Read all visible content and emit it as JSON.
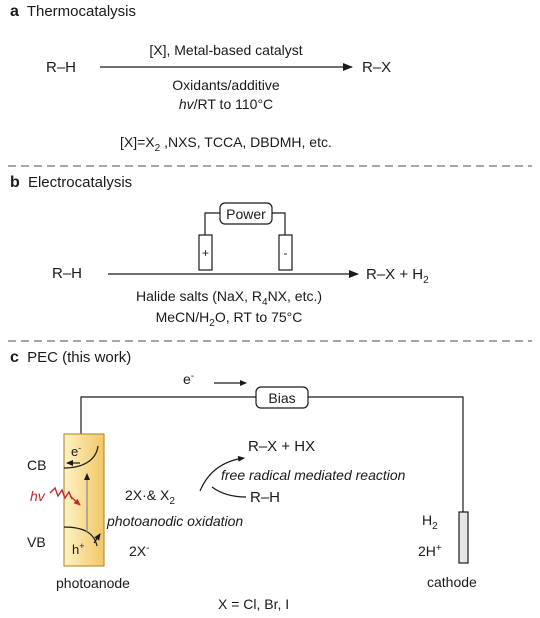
{
  "panel_a": {
    "letter": "a",
    "title": "Thermocatalysis",
    "reactant": "R–H",
    "product": "R–X",
    "above_arrow": "[X], Metal-based catalyst",
    "below_arrow_1": "Oxidants/additive",
    "below_arrow_2_italic": "hv",
    "below_arrow_2_rest": "/RT to 110°C",
    "reagents_prefix": "[X]=X",
    "reagents_sub": "2",
    "reagents_suffix": " ,NXS, TCCA, DBDMH, etc."
  },
  "panel_b": {
    "letter": "b",
    "title": "Electrocatalysis",
    "power_label": "Power",
    "anode_sign": "+",
    "cathode_sign": "-",
    "reactant": "R–H",
    "product_main": "R–X + H",
    "product_sub": "2",
    "cond1_a": "Halide salts (NaX, R",
    "cond1_sub": "4",
    "cond1_b": "NX, etc.)",
    "cond2_a": "MeCN/H",
    "cond2_sub": "2",
    "cond2_b": "O, RT to 75°C"
  },
  "panel_c": {
    "letter": "c",
    "title": "PEC (this work)",
    "electron_top": "e",
    "electron_top_sup": "-",
    "bias_label": "Bias",
    "cb_label": "CB",
    "vb_label": "VB",
    "e_in_band": "e",
    "e_in_band_sup": "-",
    "h_in_band": "h",
    "h_in_band_sup": "+",
    "hv_label": "hv",
    "photoanode_label": "photoanode",
    "cathode_label": "cathode",
    "product_line": "R–X + HX",
    "radical_label": "free radical mediated reaction",
    "substrate": "R–H",
    "radical_species_a": "2X·& X",
    "radical_species_sub": "2",
    "oxidation_label": "photoanodic oxidation",
    "halide_a": "2X",
    "halide_sup": "-",
    "h2_a": "H",
    "h2_sub": "2",
    "h_plus_a": "2H",
    "h_plus_sup": "+",
    "halogen_def": "X = Cl, Br, I"
  },
  "colors": {
    "photoanode_fill_light": "#fff3c4",
    "photoanode_fill_dark": "#f1c667",
    "hv_arrow": "#c6262e",
    "divider": "#8a8a8a",
    "cathode_fill": "#e6e6e6"
  }
}
